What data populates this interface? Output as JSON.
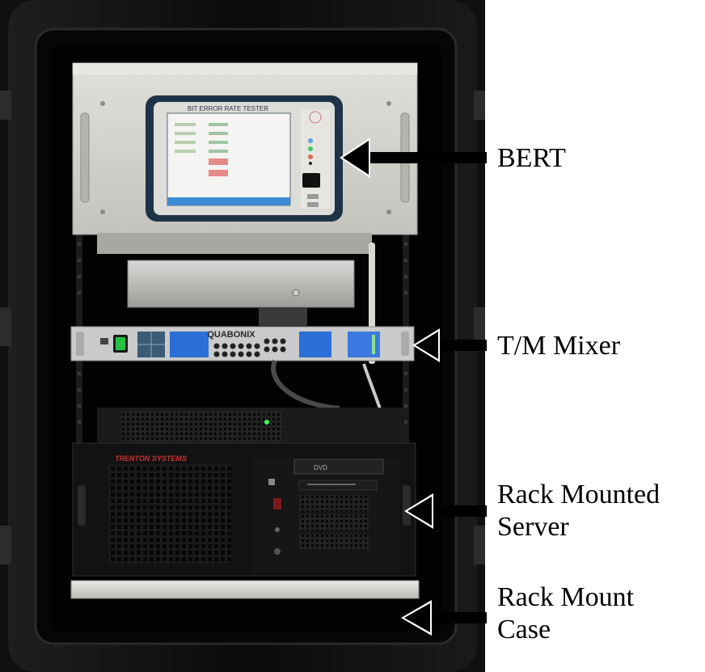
{
  "callouts": {
    "bert": {
      "lines": [
        "BERT"
      ]
    },
    "tm_mixer": {
      "lines": [
        "T/M Mixer"
      ]
    },
    "server": {
      "lines": [
        "Rack Mounted",
        "Server"
      ]
    },
    "case": {
      "lines": [
        "Rack Mount",
        "Case"
      ]
    }
  },
  "equipment": {
    "bert_title": "BIT ERROR RATE TESTER",
    "mixer_brand": "QUABONIX",
    "server_brand": "TRENTON SYSTEMS",
    "dvd_label": "DVD"
  },
  "colors": {
    "case": "#0c0c0c",
    "bert_chassis": "#d3d2cd",
    "bert_bezel": "#1d3347",
    "mixer_panel": "#c9cacb",
    "mixer_screen": "#2b6fd6",
    "server_front": "#121212",
    "arrow": "#000000",
    "power_led": "#25c244"
  }
}
